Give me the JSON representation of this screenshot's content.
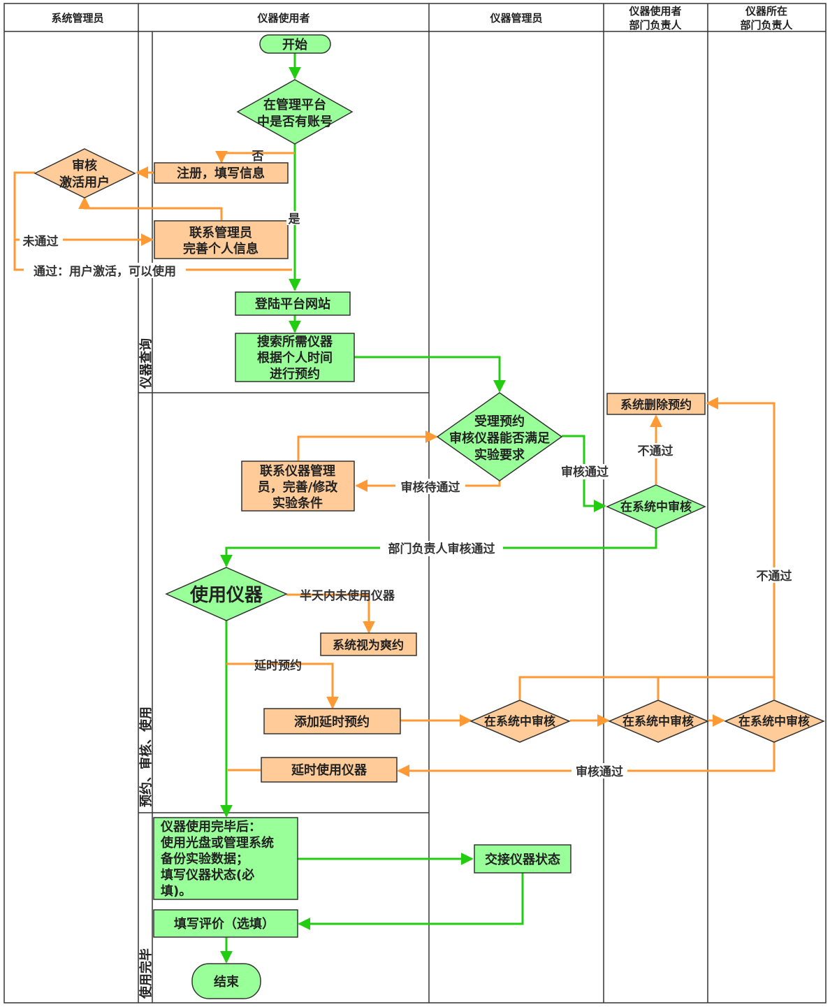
{
  "lanes": {
    "sysadmin": "系统管理员",
    "user": "仪器使用者",
    "instadmin": "仪器管理员",
    "user_dept_line1": "仪器使用者",
    "user_dept_line2": "部门负责人",
    "inst_dept_line1": "仪器所在",
    "inst_dept_line2": "部门负责人"
  },
  "phases": {
    "query": "仪器查询",
    "reserve": "预约、审核、使用",
    "finish": "使用完毕"
  },
  "nodes": {
    "start": "开始",
    "has_account": [
      "在管理平台",
      "中是否有账号"
    ],
    "register": "注册，填写信息",
    "audit_activate": [
      "审核",
      "激活用户"
    ],
    "contact_admin": [
      "联系管理员",
      "完善个人信息"
    ],
    "login": "登陆平台网站",
    "search": [
      "搜索所需仪器",
      "根据个人时间",
      "进行预约"
    ],
    "accept": [
      "受理预约",
      "审核仪器能否满足",
      "实验要求"
    ],
    "contact_inst_admin": [
      "联系仪器管理",
      "员，完善/修改",
      "实验条件"
    ],
    "sys_delete": "系统删除预约",
    "sys_audit_user_dept": "在系统中审核",
    "use_inst": "使用仪器",
    "no_show": "系统视为爽约",
    "add_delay": "添加延时预约",
    "delay_audit_admin": "在系统中审核",
    "delay_audit_user_dept": "在系统中审核",
    "delay_audit_inst_dept": "在系统中审核",
    "delay_use": "延时使用仪器",
    "after_use": [
      "仪器使用完毕后：",
      "使用光盘或管理系统",
      "备份实验数据；",
      "填写仪器状态(必",
      "填)。"
    ],
    "handover": "交接仪器状态",
    "evaluate": "填写评价（选填）",
    "end": "结束"
  },
  "labels": {
    "no": "否",
    "yes": "是",
    "not_passed": "未通过",
    "passed_activate": "通过：用户激活，可以使用",
    "audit_pending": "审核待通过",
    "audit_passed": "审核通过",
    "not_passed_2": "不通过",
    "dept_passed": "部门负责人审核通过",
    "half_day_unused": "半天内未使用仪器",
    "delay_reserve": "延时预约",
    "not_passed_3": "不通过",
    "audit_passed_2": "审核通过"
  },
  "colors": {
    "green_fill": "#99ff99",
    "orange_fill": "#ffcc99",
    "green_line": "#22cc11",
    "orange_line": "#ff9933",
    "border": "#333333"
  }
}
